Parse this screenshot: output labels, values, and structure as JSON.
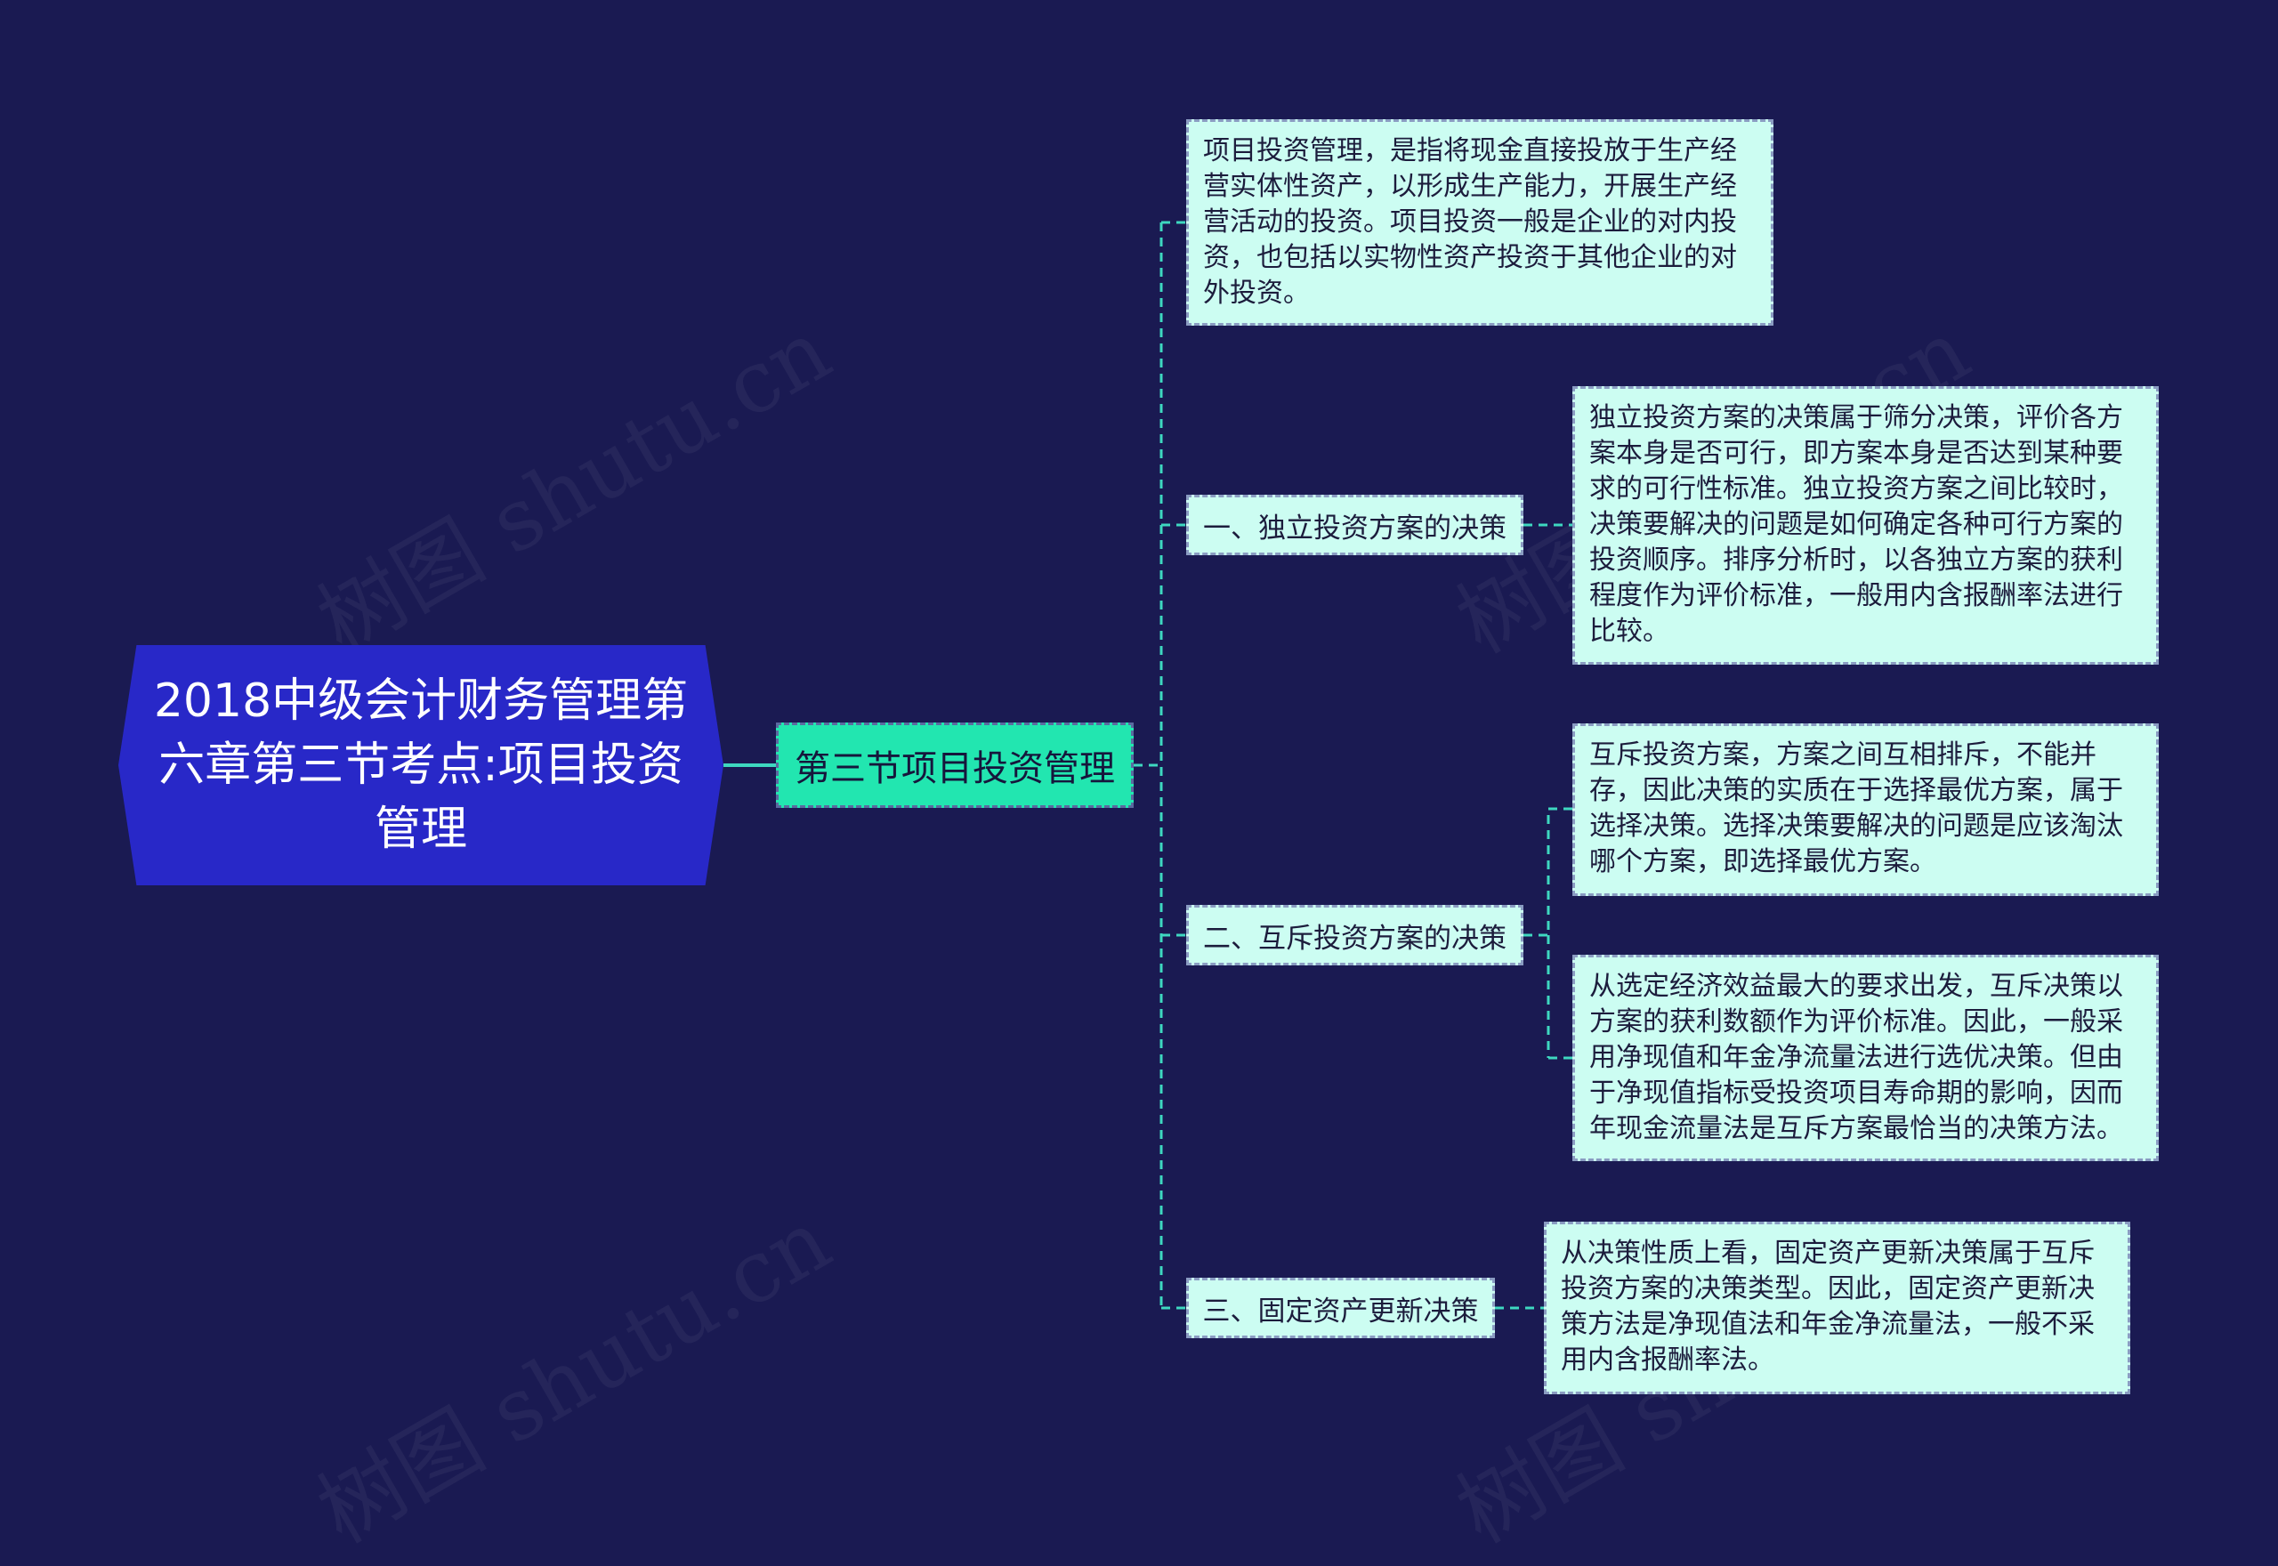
{
  "root": {
    "line1": "2018中级会计财务管理第",
    "line2": "六章第三节考点:项目投资",
    "line3": "管理"
  },
  "section": {
    "label": "第三节项目投资管理"
  },
  "intro_note": "项目投资管理，是指将现金直接投放于生产经营实体性资产，以形成生产能力，开展生产经营活动的投资。项目投资一般是企业的对内投资，也包括以实物性资产投资于其他企业的对外投资。",
  "branches": [
    {
      "label": "一、独立投资方案的决策",
      "notes": [
        "独立投资方案的决策属于筛分决策，评价各方案本身是否可行，即方案本身是否达到某种要求的可行性标准。独立投资方案之间比较时，决策要解决的问题是如何确定各种可行方案的投资顺序。排序分析时，以各独立方案的获利程度作为评价标准，一般用内含报酬率法进行比较。"
      ]
    },
    {
      "label": "二、互斥投资方案的决策",
      "notes": [
        "互斥投资方案，方案之间互相排斥，不能并存，因此决策的实质在于选择最优方案，属于选择决策。选择决策要解决的问题是应该淘汰哪个方案，即选择最优方案。",
        "从选定经济效益最大的要求出发，互斥决策以方案的获利数额作为评价标准。因此，一般采用净现值和年金净流量法进行选优决策。但由于净现值指标受投资项目寿命期的影响，因而年现金流量法是互斥方案最恰当的决策方法。"
      ]
    },
    {
      "label": "三、固定资产更新决策",
      "notes": [
        "从决策性质上看，固定资产更新决策属于互斥投资方案的决策类型。因此，固定资产更新决策方法是净现值法和年金净流量法，一般不采用内含报酬率法。"
      ]
    }
  ],
  "watermark": "树图 shutu.cn",
  "colors": {
    "background": "#1a1a52",
    "root_fill": "#2828c8",
    "section_fill": "#22e6b0",
    "leaf_fill": "#ccfdf2",
    "connector": "#3ed8c0"
  }
}
